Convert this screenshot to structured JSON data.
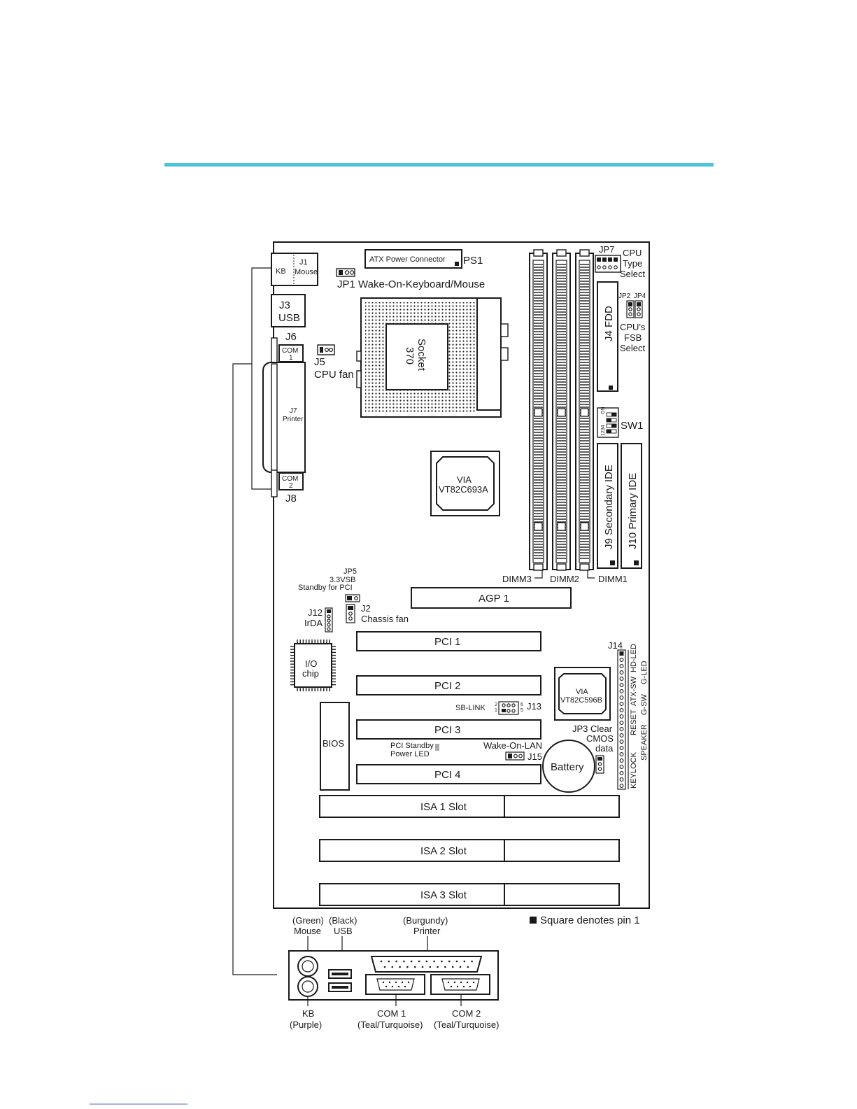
{
  "colors": {
    "accent_rule": "#4cc3de",
    "ink": "#1a1a1a"
  },
  "labels": {
    "atx_power": "ATX Power Connector",
    "ps1": "PS1",
    "jp1": "JP1 Wake-On-Keyboard/Mouse",
    "j1": "J1",
    "mouse": "Mouse",
    "kb": "KB",
    "j3": "J3",
    "usb": "USB",
    "j6": "J6",
    "com": "COM",
    "com1_num": "1",
    "j7": "J7",
    "printer": "Printer",
    "com2_num": "2",
    "j8": "J8",
    "j5": "J5",
    "cpu_fan": "CPU fan",
    "socket": "Socket",
    "socket_num": "370",
    "via": "VIA",
    "north_chip": "VT82C693A",
    "south_chip": "VT82C596B",
    "jp7": "JP7",
    "cpu": "CPU",
    "type": "Type",
    "select": "Select",
    "jp2": "JP2",
    "jp4": "JP4",
    "cpus": "CPU's",
    "fsb": "FSB",
    "fsb_select": "Select",
    "j4_fdd": "J4 FDD",
    "sw1": "SW1",
    "sw_on": "ON",
    "sw_n": "1234",
    "j9": "J9 Secondary IDE",
    "j10": "J10 Primary IDE",
    "dimm3": "DIMM3",
    "dimm2": "DIMM2",
    "dimm1": "DIMM1",
    "jp5": "JP5",
    "vsb": "3.3VSB",
    "standby_pci": "Standby for PCI",
    "agp1": "AGP 1",
    "j2": "J2",
    "chassis_fan": "Chassis fan",
    "j12": "J12",
    "irda": "IrDA",
    "io": "I/O",
    "chip": "chip",
    "pci1": "PCI 1",
    "pci2": "PCI 2",
    "pci3": "PCI 3",
    "pci4": "PCI 4",
    "sb_link": "SB-LINK",
    "j13": "J13",
    "sb2": "2",
    "sb1": "1",
    "sb6": "6",
    "sb5": "5",
    "j14": "J14",
    "hd_led": "HD-LED",
    "g_led": "G-LED",
    "atx_sw": "ATX-SW",
    "g_sw": "G-SW",
    "reset": "RESET",
    "speaker": "SPEAKER",
    "keylock": "KEYLOCK",
    "jp3_clear": "JP3 Clear",
    "cmos": "CMOS",
    "data": "data",
    "bios": "BIOS",
    "pci_standby": "PCI Standby",
    "power_led": "Power LED",
    "wake_on_lan": "Wake-On-LAN",
    "j15": "J15",
    "battery": "Battery",
    "isa1": "ISA 1 Slot",
    "isa2": "ISA 2 Slot",
    "isa3": "ISA 3 Slot",
    "pin1_note": "Square denotes pin 1",
    "green": "(Green)",
    "mouse_port": "Mouse",
    "black": "(Black)",
    "usb_port": "USB",
    "burgundy": "(Burgundy)",
    "printer_port": "Printer",
    "kb_port": "KB",
    "purple": "(Purple)",
    "com1_port": "COM 1",
    "com2_port": "COM 2",
    "teal": "(Teal/Turquoise)"
  }
}
